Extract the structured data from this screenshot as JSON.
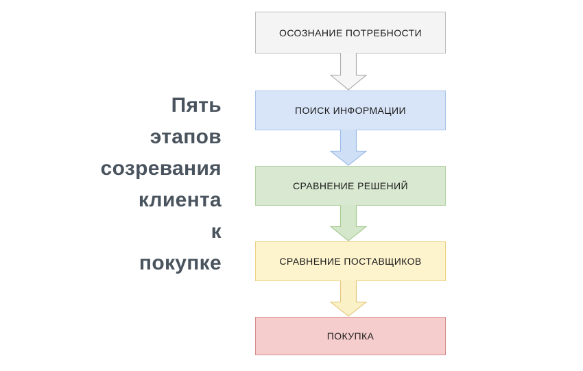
{
  "background": "#ffffff",
  "title": {
    "text": "Пять\nэтапов\nсозревания\nклиента\nк\nпокупке",
    "color": "#4a545e"
  },
  "label_color": "#1a1a1a",
  "stages": [
    {
      "label": "ОСОЗНАНИЕ ПОТРЕБНОСТИ",
      "fill": "#f4f4f4",
      "border": "#bdbdbd"
    },
    {
      "label": "ПОИСК ИНФОРМАЦИИ",
      "fill": "#d8e4f7",
      "border": "#aac4ea"
    },
    {
      "label": "СРАВНЕНИЕ РЕШЕНИЙ",
      "fill": "#d9e9d1",
      "border": "#b3d3a3"
    },
    {
      "label": "СРАВНЕНИЕ ПОСТАВЩИКОВ",
      "fill": "#fdf3cd",
      "border": "#ecd184"
    },
    {
      "label": "ПОКУПКА",
      "fill": "#f6cdcd",
      "border": "#d68e8e"
    }
  ],
  "arrows": [
    {
      "fill": "#f6f6f6",
      "stroke": "#aeaeae"
    },
    {
      "fill": "#cfe0f6",
      "stroke": "#9bbbe8"
    },
    {
      "fill": "#d5e7cb",
      "stroke": "#a6cb92"
    },
    {
      "fill": "#fbf1c7",
      "stroke": "#e5c77f"
    }
  ]
}
